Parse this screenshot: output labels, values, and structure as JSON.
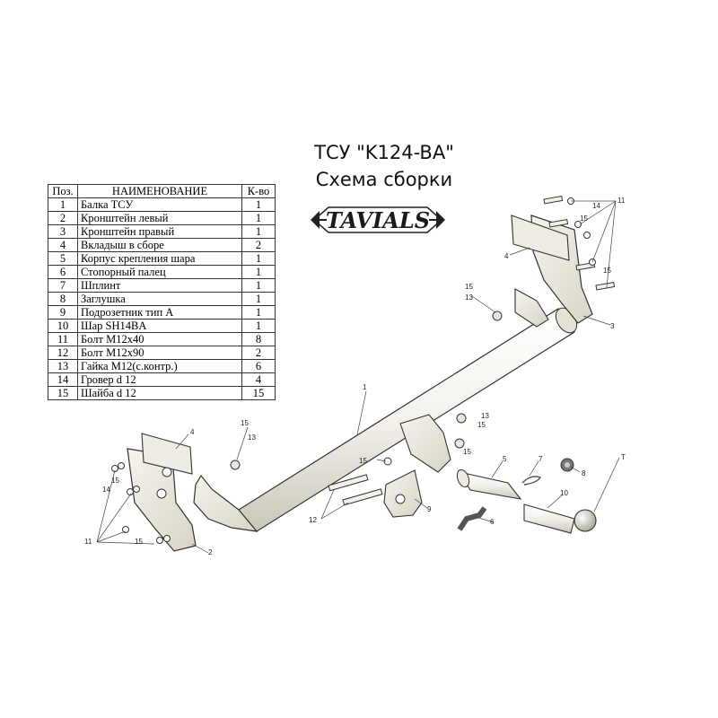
{
  "title_line1": "ТСУ \"K124-BA\"",
  "title_line2": "Схема сборки",
  "logo_text": "TAVIALS",
  "table": {
    "headers": {
      "pos": "Поз.",
      "name": "НАИМЕНОВАНИЕ",
      "qty": "К-во"
    },
    "rows": [
      {
        "pos": "1",
        "name": "Балка ТСУ",
        "qty": "1"
      },
      {
        "pos": "2",
        "name": "Кронштейн левый",
        "qty": "1"
      },
      {
        "pos": "3",
        "name": "Кронштейн правый",
        "qty": "1"
      },
      {
        "pos": "4",
        "name": "Вкладыш в сборе",
        "qty": "2"
      },
      {
        "pos": "5",
        "name": "Корпус крепления шара",
        "qty": "1"
      },
      {
        "pos": "6",
        "name": "Стопорный палец",
        "qty": "1"
      },
      {
        "pos": "7",
        "name": "Шплинт",
        "qty": "1"
      },
      {
        "pos": "8",
        "name": "Заглушка",
        "qty": "1"
      },
      {
        "pos": "9",
        "name": "Подрозетник тип А",
        "qty": "1"
      },
      {
        "pos": "10",
        "name": "Шар SH14BA",
        "qty": "1"
      },
      {
        "pos": "11",
        "name": "Болт М12х40",
        "qty": "8"
      },
      {
        "pos": "12",
        "name": "Болт М12х90",
        "qty": "2"
      },
      {
        "pos": "13",
        "name": "Гайка М12(с.контр.)",
        "qty": "6"
      },
      {
        "pos": "14",
        "name": "Гровер d 12",
        "qty": "4"
      },
      {
        "pos": "15",
        "name": "Шайба d 12",
        "qty": "15"
      }
    ]
  },
  "callouts": {
    "c1": "1",
    "c2": "2",
    "c3": "3",
    "c4_left": "4",
    "c4_right": "4",
    "c5": "5",
    "c6": "6",
    "c7": "7",
    "c8": "8",
    "c9": "9",
    "c10": "10",
    "c11_left": "11",
    "c11_right": "11",
    "c12": "12",
    "c13_a": "13",
    "c13_b": "13",
    "c13_c": "13",
    "c14_left": "14",
    "c14_right": "14",
    "c15_a": "15",
    "c15_b": "15",
    "c15_c": "15",
    "c15_d": "15",
    "c15_e": "15",
    "c15_f": "15",
    "c15_g": "15",
    "c15_h": "15",
    "c15_i": "15",
    "cT": "T"
  }
}
